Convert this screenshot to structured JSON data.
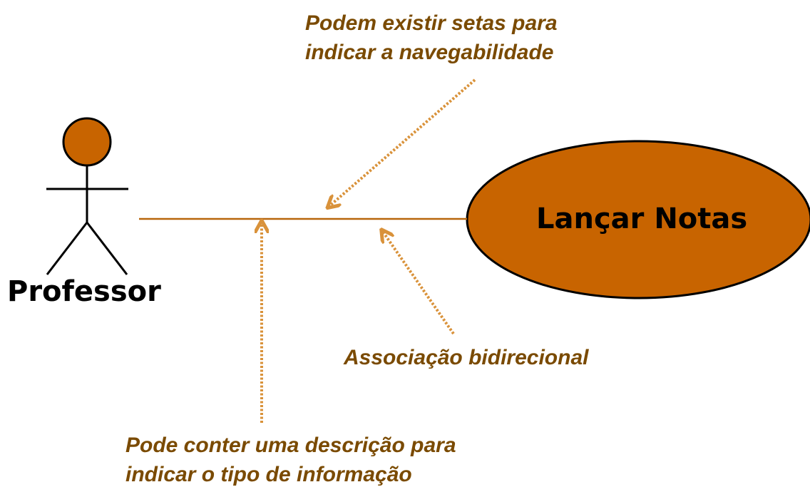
{
  "actor": {
    "name": "Professor"
  },
  "use_case": {
    "name": "Lançar Notas"
  },
  "annotations": {
    "navigability": [
      "Podem existir setas para",
      "indicar a navegabilidade"
    ],
    "association": "Associação bidirecional",
    "description": [
      "Pode conter uma descrição para",
      "indicar o tipo de informação"
    ]
  },
  "colors": {
    "fill": "#c86400",
    "association_line": "#b8660c",
    "pointer": "#d9923a",
    "annotation_text": "#7a4a00",
    "outline": "#000000"
  }
}
